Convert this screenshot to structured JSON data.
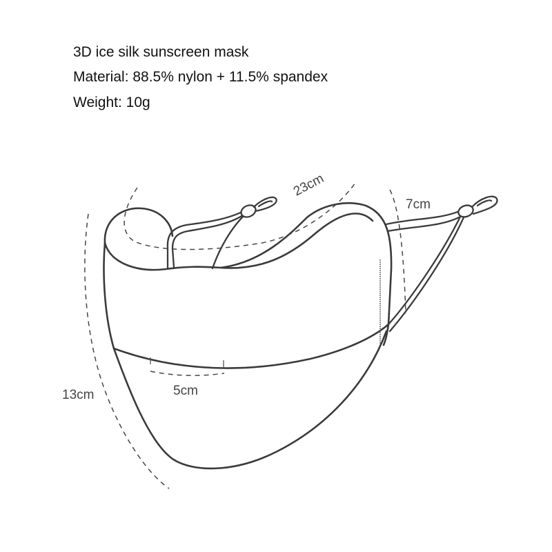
{
  "specs": {
    "title": "3D ice silk sunscreen mask",
    "material": "Material: 88.5% nylon + 11.5% spandex",
    "weight": "Weight: 10g"
  },
  "dimensions": {
    "width_arc": "23cm",
    "ear_loop": "7cm",
    "height": "13cm",
    "nose_band": "5cm"
  },
  "colors": {
    "outline": "#3a3a3a",
    "dashed": "#444444",
    "text": "#111111"
  }
}
